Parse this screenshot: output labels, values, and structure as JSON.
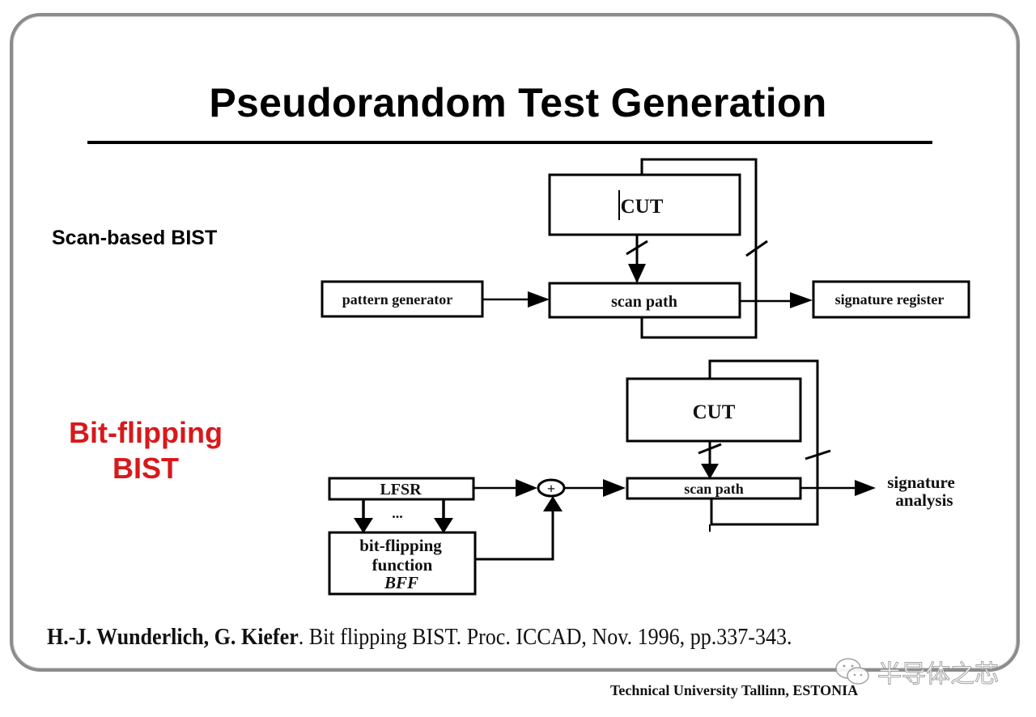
{
  "slide": {
    "title": "Pseudorandom Test Generation",
    "accent_color": "#d7191c",
    "sections": {
      "scan_based": {
        "label": "Scan-based BIST"
      },
      "bit_flipping": {
        "label_line1": "Bit-flipping",
        "label_line2": "BIST"
      }
    },
    "diagram_top": {
      "cut": "CUT",
      "scan_path": "scan path",
      "pattern_generator": "pattern generator",
      "signature_register": "signature register"
    },
    "diagram_bottom": {
      "cut": "CUT",
      "scan_path": "scan path",
      "lfsr": "LFSR",
      "ellipsis": "...",
      "bff_line1": "bit-flipping",
      "bff_line2": "function",
      "bff_line3": "BFF",
      "xor_symbol": "+",
      "signature_line1": "signature",
      "signature_line2": "analysis"
    },
    "reference": {
      "authors": "H.-J. Wunderlich, G. Kiefer",
      "rest": ". Bit flipping BIST. Proc. ICCAD, Nov. 1996, pp.337-343."
    },
    "affiliation": "Technical University Tallinn, ESTONIA",
    "watermark": {
      "text": "半导体之芯",
      "icon": "wechat-icon"
    }
  }
}
